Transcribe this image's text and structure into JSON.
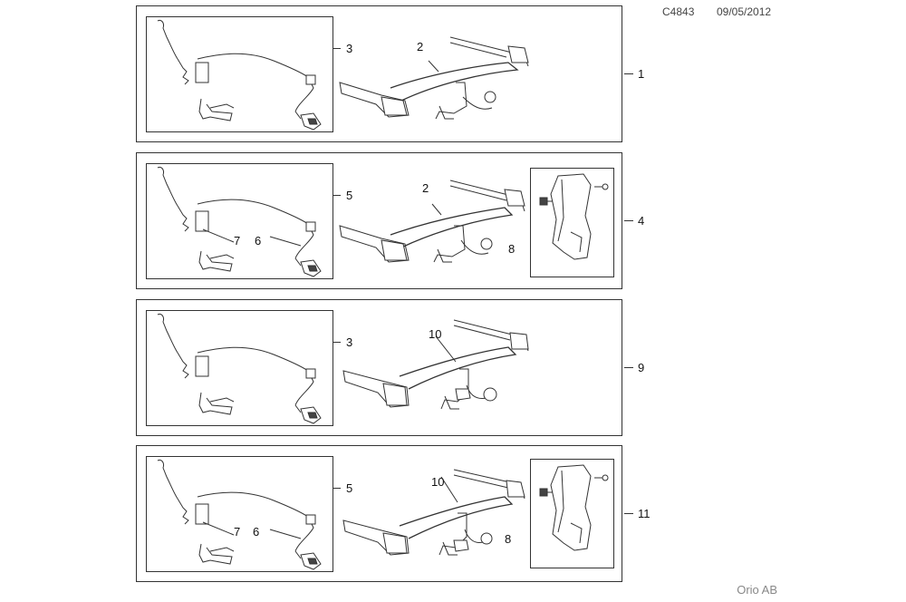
{
  "header": {
    "code": "C4843",
    "date": "09/05/2012"
  },
  "footer": {
    "brand": "Orio AB"
  },
  "panels": [
    {
      "number": "1",
      "wiring_label": "3",
      "bar_label": "2"
    },
    {
      "number": "4",
      "wiring_label": "5",
      "bar_label": "2",
      "connector_label_a": "7",
      "connector_label_b": "6",
      "shield_label": "8"
    },
    {
      "number": "9",
      "wiring_label": "3",
      "bar_label": "10"
    },
    {
      "number": "11",
      "wiring_label": "5",
      "bar_label": "10",
      "connector_label_a": "7",
      "connector_label_b": "6",
      "shield_label": "8"
    }
  ]
}
